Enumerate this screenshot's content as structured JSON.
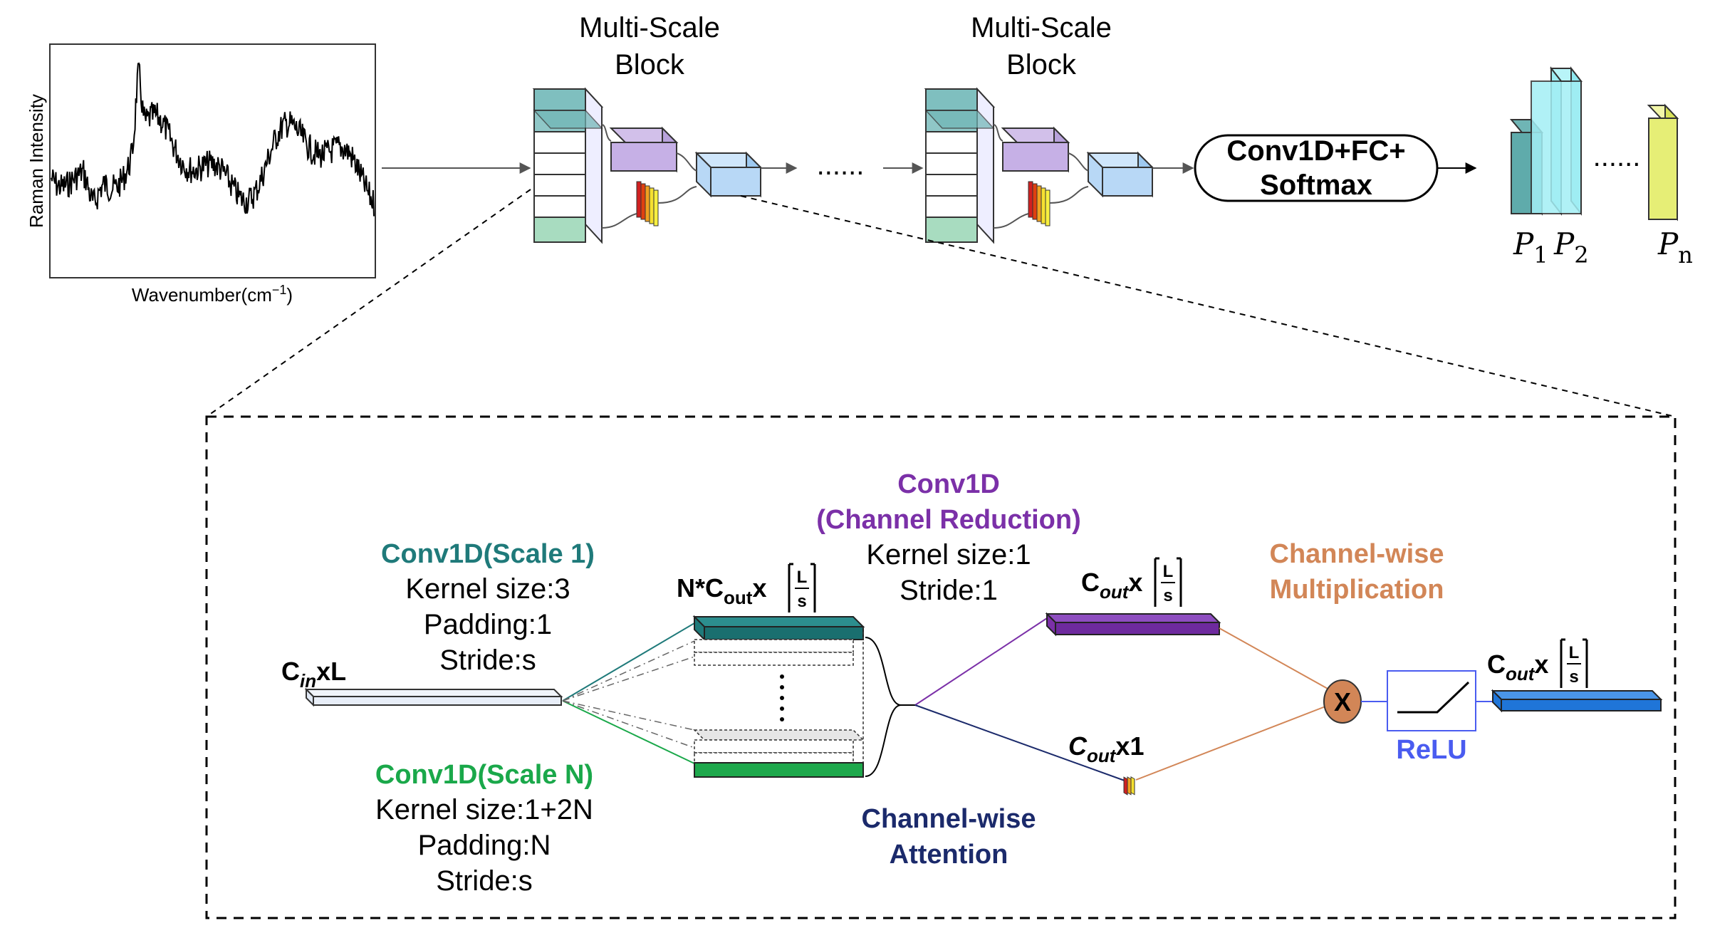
{
  "spectrum": {
    "ylabel": "Raman Intensity",
    "xlabel_main": "Wavenumber(cm",
    "xlabel_sup": "−1",
    "xlabel_close": ")"
  },
  "top": {
    "block1_line1": "Multi-Scale",
    "block1_line2": "Block",
    "block2_line1": "Multi-Scale",
    "block2_line2": "Block",
    "ellipsis": "......",
    "head_line1": "Conv1D+FC+",
    "head_line2": "Softmax",
    "prob_ellipsis": "......",
    "p1_main": "P",
    "p1_sub": "1",
    "p2_main": "P",
    "p2_sub": "2",
    "pn_main": "P",
    "pn_sub": "n"
  },
  "detail": {
    "input_label_main": "C",
    "input_label_sub": "in",
    "input_label_tail": "xL",
    "scale1_title": "Conv1D(Scale 1)",
    "scale1_kernel": "Kernel size:3",
    "scale1_padding": "Padding:1",
    "scale1_stride": "Stride:s",
    "scaleN_title": "Conv1D(Scale N)",
    "scaleN_kernel": "Kernel size:1+2N",
    "scaleN_padding": "Padding:N",
    "scaleN_stride": "Stride:s",
    "concat_label_prefix": "N*C",
    "concat_label_sub": "out",
    "concat_label_x": "x",
    "frac_num": "L",
    "frac_den": "s",
    "red_title1": "Conv1D",
    "red_title2": "(Channel Reduction)",
    "red_kernel": "Kernel size:1",
    "red_stride": "Stride:1",
    "red_out_main": "C",
    "red_out_sub": "out",
    "red_out_x": "x",
    "att_out_main": "C",
    "att_out_sub": "out",
    "att_out_tail": "x1",
    "attention_line1": "Channel-wise",
    "attention_line2": "Attention",
    "mult_line1": "Channel-wise",
    "mult_line2": "Multiplication",
    "mult_symbol": "X",
    "relu_label": "ReLU",
    "final_out_main": "C",
    "final_out_sub": "out",
    "final_out_x": "x"
  },
  "colors": {
    "teal": "#1f7a7a",
    "green": "#1aa84a",
    "purple": "#7b30a8",
    "navy": "#1b2a6b",
    "orange": "#d28657",
    "blue_relu": "#4a5cf0",
    "out_blue": "#1f75d8"
  }
}
